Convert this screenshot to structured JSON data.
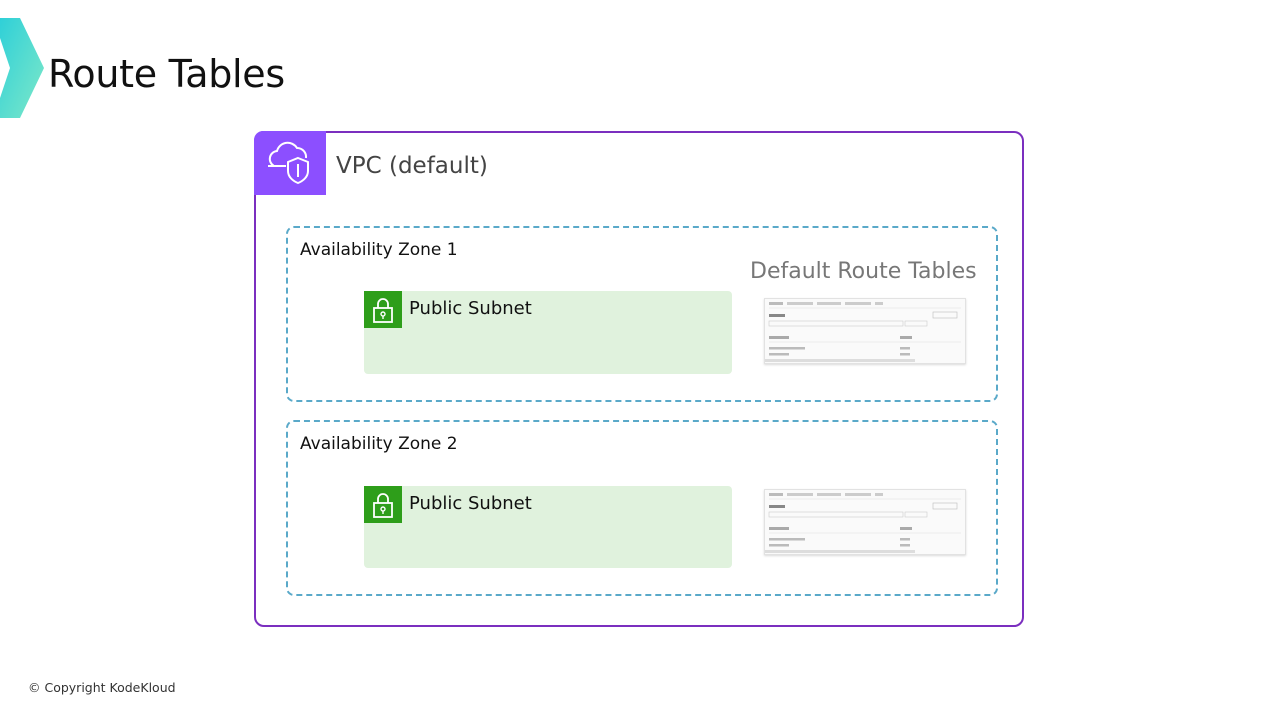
{
  "slide": {
    "title": "Route Tables",
    "copyright": "© Copyright KodeKloud"
  },
  "vpc": {
    "label": "VPC (default)",
    "icon": "cloud-shield-icon",
    "color": "#8c4fff"
  },
  "availability_zones": [
    {
      "label": "Availability Zone 1",
      "subnet": {
        "label": "Public Subnet",
        "icon": "lock-icon"
      }
    },
    {
      "label": "Availability Zone 2",
      "subnet": {
        "label": "Public Subnet",
        "icon": "lock-icon"
      }
    }
  ],
  "route_tables": {
    "heading": "Default Route Tables",
    "thumbnail": "route-table-screenshot"
  },
  "colors": {
    "vpc_border": "#7b2fbf",
    "az_border": "#5aa9c9",
    "subnet_fill": "#e0f2dd",
    "subnet_icon": "#2e9e1a"
  }
}
